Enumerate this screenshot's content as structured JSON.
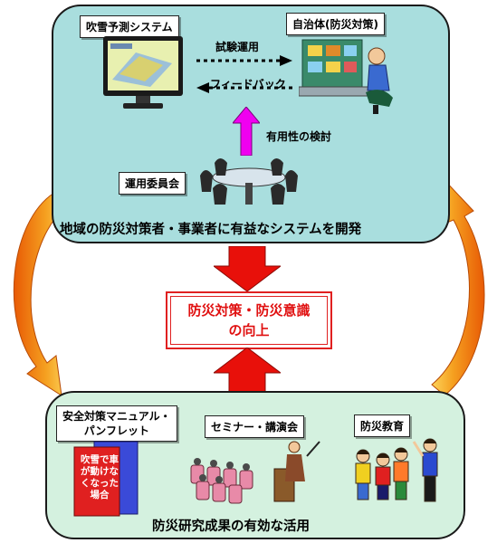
{
  "top_panel": {
    "system_label": "吹雪予測システム",
    "municipality_label": "自治体(防災対策)",
    "trial_label": "試験運用",
    "feedback_label": "フィードバック",
    "usefulness_label": "有用性の検討",
    "committee_label": "運用委員会",
    "caption": "地域の防災対策者・事業者に有益なシステムを開発"
  },
  "center": {
    "line1": "防災対策・防災意識",
    "line2": "の向上"
  },
  "bottom_panel": {
    "manual_label_line1": "安全対策マニュアル・",
    "manual_label_line2": "パンフレット",
    "seminar_label": "セミナー・講演会",
    "education_label": "防災教育",
    "booklet_text": "吹雪で車が動けなくなった場合",
    "caption": "防災研究成果の有効な活用"
  },
  "colors": {
    "top_panel_bg": "#a9dede",
    "bottom_panel_bg": "#d4f1df",
    "arrow_red": "#e8100a",
    "arrow_orange": "#e8640a",
    "magenta_arrow": "#f000f0",
    "center_text": "#e01010"
  },
  "icons": [
    "computer-monitor-icon",
    "control-room-operator-icon",
    "meeting-table-icon",
    "manual-booklet-icon",
    "seminar-audience-icon",
    "children-education-icon"
  ]
}
